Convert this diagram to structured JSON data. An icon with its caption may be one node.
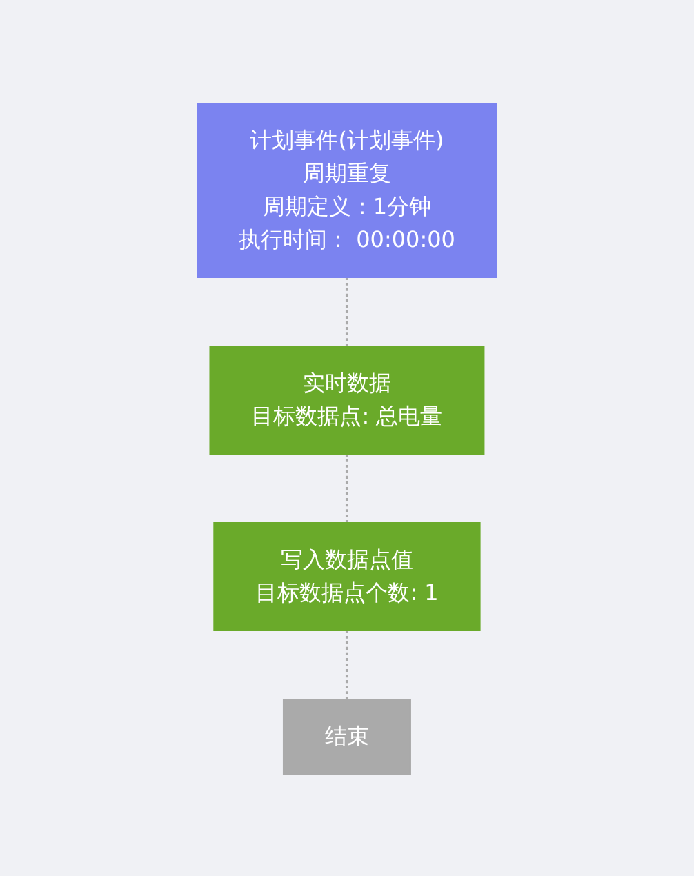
{
  "diagram": {
    "nodes": [
      {
        "text": [
          "计划事件(计划事件)",
          "周期重复",
          "周期定义：1分钟",
          "执行时间： 00:00:00"
        ]
      },
      {
        "text": [
          "实时数据",
          "目标数据点:  总电量"
        ]
      },
      {
        "text": [
          "写入数据点值",
          "目标数据点个数:  1"
        ]
      },
      {
        "text": [
          "结束"
        ]
      }
    ],
    "edges": [
      {
        "from": 0,
        "to": 1,
        "arrow": "none",
        "style": "dashed"
      },
      {
        "from": 1,
        "to": 2,
        "arrow": "none",
        "style": "dashed"
      },
      {
        "from": 2,
        "to": 3,
        "arrow": "none",
        "style": "dashed"
      }
    ]
  }
}
